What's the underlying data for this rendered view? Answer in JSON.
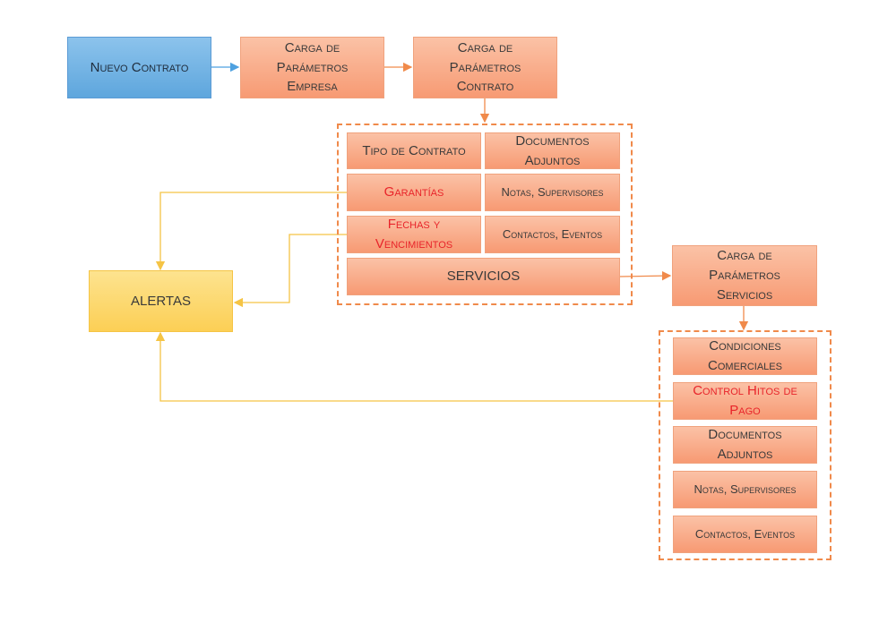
{
  "nodes": {
    "nuevo_contrato": "Nuevo Contrato",
    "carga_empresa": [
      "Carga de",
      "Parámetros",
      "Empresa"
    ],
    "carga_contrato": [
      "Carga de",
      "Parámetros",
      "Contrato"
    ],
    "tipo_contrato": "Tipo de Contrato",
    "documentos_adjuntos": [
      "Documentos",
      "Adjuntos"
    ],
    "garantias": "Garantías",
    "notas_supervisores": "Notas, Supervisores",
    "fechas_vencimientos": [
      "Fechas y",
      "Vencimientos"
    ],
    "contactos_eventos": "Contactos, Eventos",
    "servicios": "SERVICIOS",
    "alertas": "ALERTAS",
    "carga_servicios": [
      "Carga de",
      "Parámetros",
      "Servicios"
    ],
    "condiciones_comerciales": [
      "Condiciones",
      "Comerciales"
    ],
    "control_hitos": [
      "Control Hitos de",
      "Pago"
    ],
    "serv_documentos": [
      "Documentos",
      "Adjuntos"
    ],
    "serv_notas": "Notas, Supervisores",
    "serv_contactos": "Contactos, Eventos"
  },
  "colors": {
    "blue_arrow": "#4ea1e0",
    "orange_arrow": "#f08a4b",
    "yellow_arrow": "#f5c445",
    "highlight_text": "#e8242a"
  }
}
